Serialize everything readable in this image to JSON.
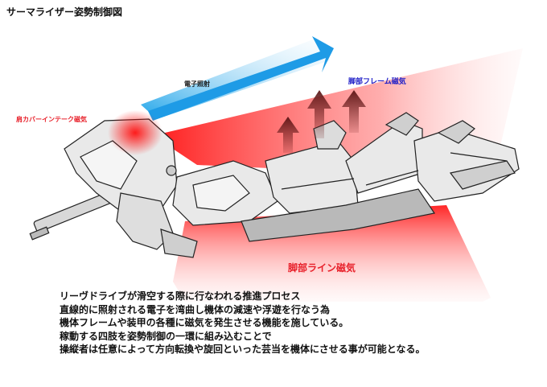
{
  "title": "サーマライザー姿勢制御図",
  "labels": {
    "shoulder_intake": "肩カバーインテーク磁気",
    "electron": "電子照射",
    "leg_frame": "脚部フレーム磁気",
    "leg_line": "脚部ライン磁気"
  },
  "description": [
    "リーヴドライブが滑空する際に行なわれる推進プロセス",
    "直線的に照射される電子を湾曲し機体の減速や浮遊を行なう為",
    "機体フレームや装甲の各種に磁気を発生させる機能を施している。",
    "稼動する四肢を姿勢制御の一環に組み込むことで",
    "操縦者は任意によって方向転換や旋回といった芸当を機体にさせる事が可能となる。"
  ],
  "colors": {
    "magnet_red": "#e8202a",
    "electron_blue": "#1e9be6",
    "arrow_dark_red": "#6e1c1c",
    "label_blue": "#2020c8"
  },
  "icons": [
    "arrow-up-icon",
    "beam-arrow-icon"
  ]
}
